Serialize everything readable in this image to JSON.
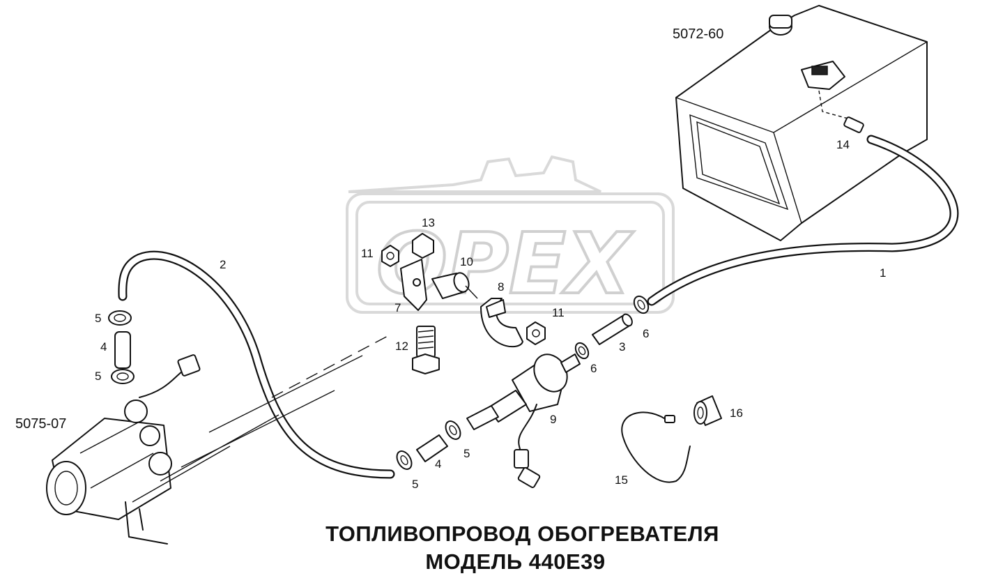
{
  "title": {
    "line1": "ТОПЛИВОПРОВОД ОБОГРЕВАТЕЛЯ",
    "line2": "МОДЕЛЬ 440Е39"
  },
  "references": {
    "tank": "5072-60",
    "heater": "5075-07"
  },
  "watermark": {
    "text": "OPEX"
  },
  "callouts": {
    "c1": "1",
    "c2": "2",
    "c3": "3",
    "c4a": "4",
    "c4b": "4",
    "c5a": "5",
    "c5b": "5",
    "c5c": "5",
    "c5d": "5",
    "c6a": "6",
    "c6b": "6",
    "c7": "7",
    "c8": "8",
    "c9": "9",
    "c10": "10",
    "c11a": "11",
    "c11b": "11",
    "c12": "12",
    "c13": "13",
    "c14": "14",
    "c15": "15",
    "c16": "16"
  }
}
